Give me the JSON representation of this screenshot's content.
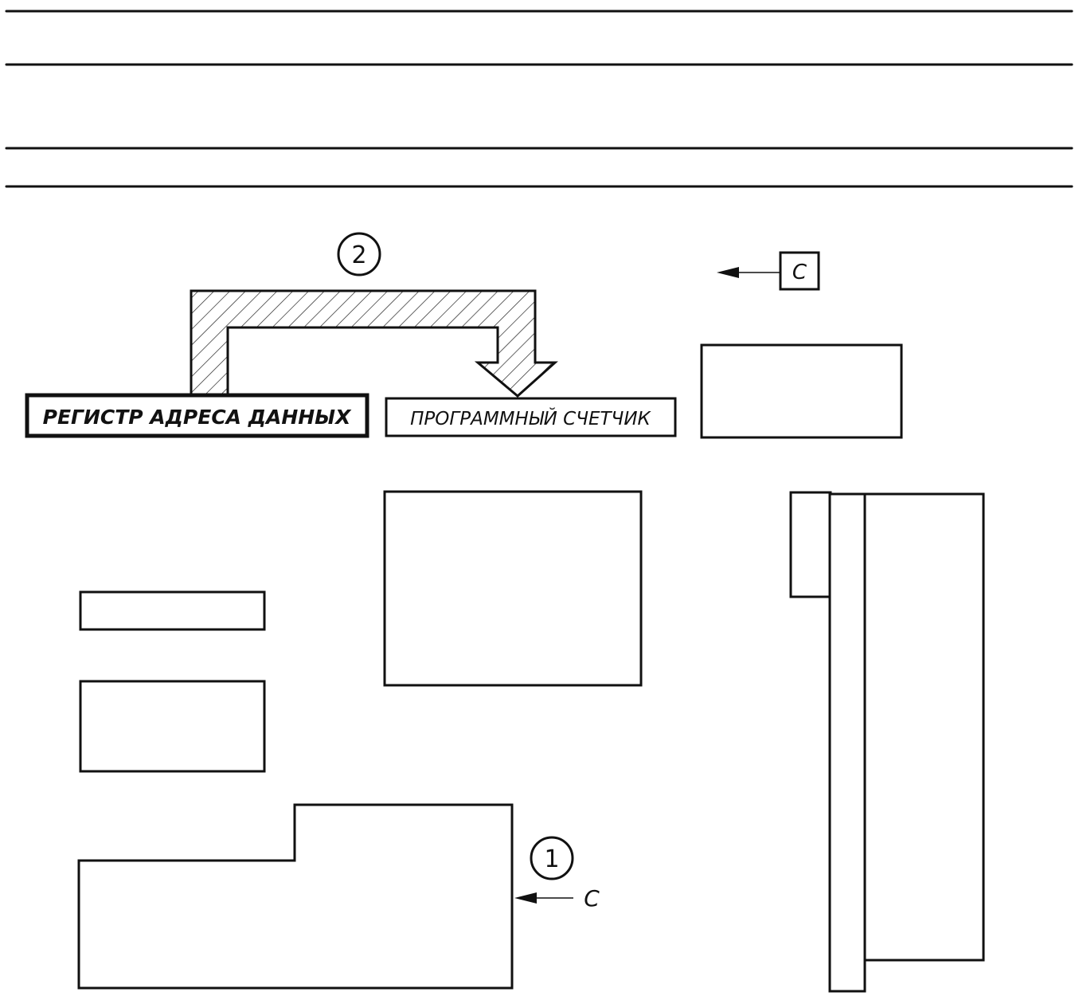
{
  "diagram": {
    "labels": {
      "data_address_register": "РЕГИСТР АДРЕСА ДАННЫХ",
      "program_counter": "ПРОГРАММНЫЙ СЧЕТЧИК"
    },
    "markers": {
      "marker_1": "1",
      "marker_2": "2"
    },
    "inputs": {
      "c_top": "C",
      "c_bottom": "C"
    }
  }
}
